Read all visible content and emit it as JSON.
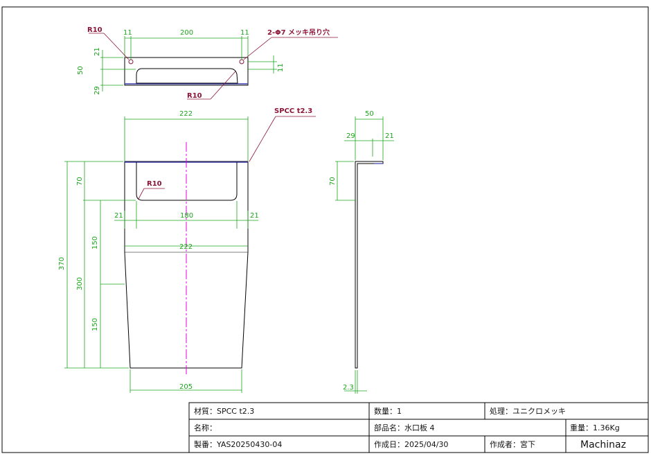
{
  "colors": {
    "outline": "#000000",
    "dimension": "#1aa51a",
    "leader": "#8c1537",
    "centerline": "#e000e0",
    "edge": "#3a3aaa",
    "border": "#000000"
  },
  "top_view": {
    "dims": {
      "left_hole": "11",
      "span": "200",
      "right_hole": "11",
      "left_height_top": "21",
      "left_height": "50",
      "left_height_bottom": "29",
      "right_offset": "11"
    },
    "notes": {
      "radius_tl": "R10",
      "radius_slot": "R10",
      "holes": "2-Φ7 メッキ吊り穴"
    }
  },
  "front_view": {
    "dims": {
      "top_width": "222",
      "total_height": "370",
      "top_height": "70",
      "body_height": "300",
      "upper_half": "150",
      "lower_half": "150",
      "left_margin": "21",
      "slot_width": "180",
      "right_margin": "21",
      "mid_width": "222",
      "bottom_width": "205"
    },
    "notes": {
      "slot_radius": "R10",
      "material": "SPCC t2.3"
    }
  },
  "side_view": {
    "dims": {
      "depth": "50",
      "back_part": "29",
      "front_part": "21",
      "lip_height": "70",
      "thickness": "2.3"
    }
  },
  "title_block": {
    "material": "材質：SPCC t2.3",
    "quantity": "数量：1",
    "treatment": "処理：ユニクロメッキ",
    "name": "名称：",
    "part_name": "部品名：水口板 4",
    "weight": "重量：1.36Kg",
    "drawing_no": "製番：YAS20250430-04",
    "date": "作成日：2025/04/30",
    "author": "作成者：宮下",
    "brand": "Machinaz"
  }
}
